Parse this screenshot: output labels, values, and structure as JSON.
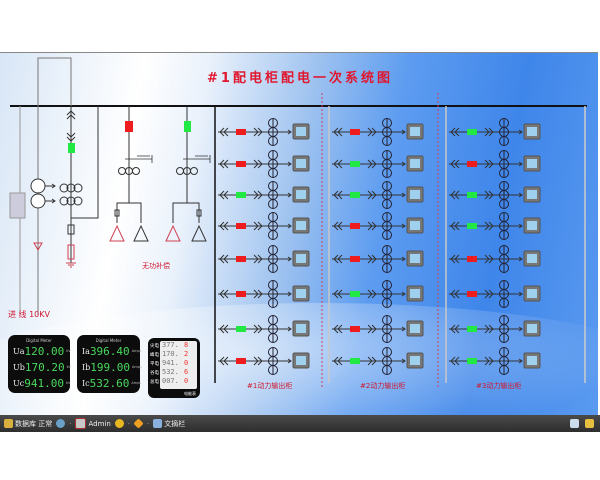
{
  "title": "#1配电柜配电一次系统图",
  "incoming": {
    "label": "进 线  10KV"
  },
  "compensation": {
    "label": "无功补偿",
    "breakers": [
      "on",
      "off"
    ]
  },
  "incoming_breaker": "off",
  "colors": {
    "on": "#ee1c1c",
    "off": "#22e844",
    "title": "#e0182f"
  },
  "cabinets": [
    {
      "label": "#1动力输出柜",
      "breakers": [
        "on",
        "on",
        "off",
        "on",
        "on",
        "on",
        "off",
        "on"
      ]
    },
    {
      "label": "#2动力输出柜",
      "breakers": [
        "on",
        "off",
        "off",
        "on",
        "on",
        "off",
        "on",
        "off"
      ]
    },
    {
      "label": "#3动力输出柜",
      "breakers": [
        "off",
        "on",
        "off",
        "off",
        "on",
        "on",
        "off",
        "off"
      ]
    }
  ],
  "voltage_meter": {
    "header": "Digital Meter",
    "rows": [
      {
        "label": "Ua",
        "value": "120.00",
        "unit": "kV"
      },
      {
        "label": "Ub",
        "value": "170.20",
        "unit": "kV"
      },
      {
        "label": "Uc",
        "value": "941.00",
        "unit": "kV"
      }
    ]
  },
  "current_meter": {
    "header": "Digital Meter",
    "rows": [
      {
        "label": "Ia",
        "value": "396.40",
        "unit": "Amps"
      },
      {
        "label": "Ib",
        "value": "199.00",
        "unit": "Amps"
      },
      {
        "label": "Ic",
        "value": "532.60",
        "unit": "Amps"
      }
    ]
  },
  "energy_meter": {
    "footer": "电能表",
    "rows": [
      {
        "label": "尖电",
        "value": "377.",
        "frac": "8"
      },
      {
        "label": "峰电",
        "value": "170.",
        "frac": "2"
      },
      {
        "label": "平电",
        "value": "941.",
        "frac": "0"
      },
      {
        "label": "谷电",
        "value": "532.",
        "frac": "6"
      },
      {
        "label": "总电",
        "value": "007.",
        "frac": "0"
      }
    ]
  },
  "taskbar": {
    "db_status": "数据库 正常",
    "user": "Admin",
    "panel": "文摘栏"
  }
}
